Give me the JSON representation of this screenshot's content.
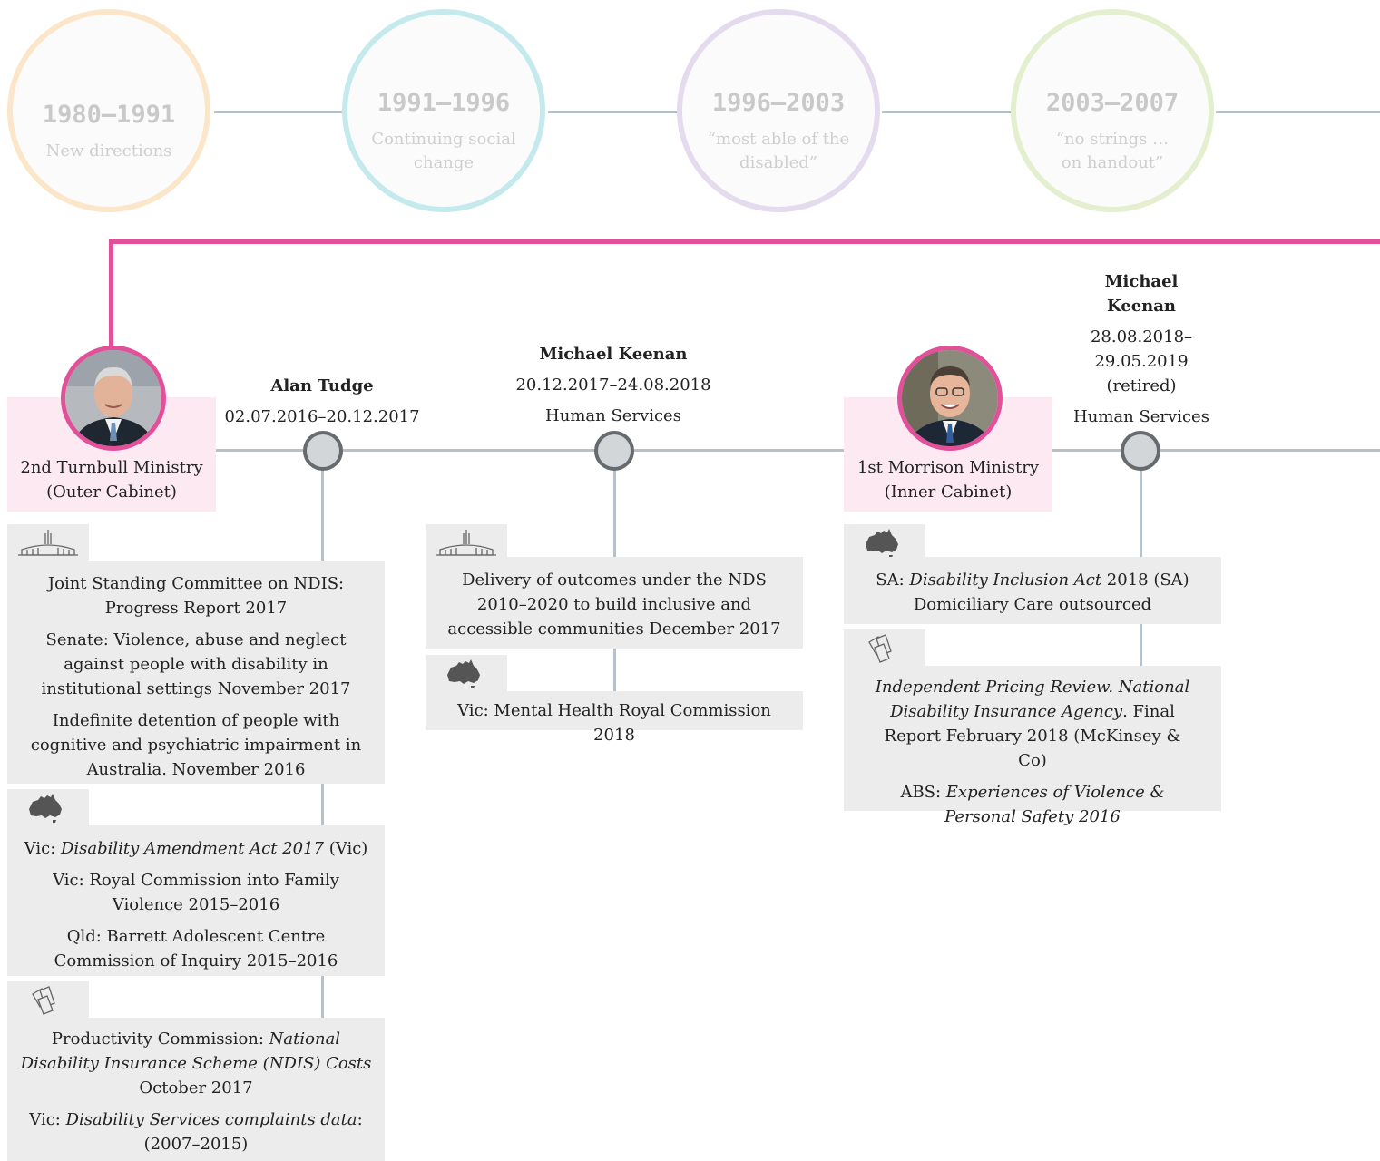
{
  "eras": [
    {
      "years": "1980–1991",
      "label": "New directions",
      "color": "#fbe6c9"
    },
    {
      "years": "1991–1996",
      "label": "Continuing social change",
      "color": "#c5eaee"
    },
    {
      "years": "1996–2003",
      "label": "“most able of the disabled”",
      "color": "#e4dbee"
    },
    {
      "years": "2003–2007",
      "label": "“no strings … on handout”",
      "color": "#e3efcf"
    }
  ],
  "ministries": [
    {
      "line1": "2nd Turnbull Ministry",
      "line2": "(Outer Cabinet)",
      "portrait": "Malcolm Turnbull portrait"
    },
    {
      "line1": "1st Morrison Ministry",
      "line2": "(Inner Cabinet)",
      "portrait": "Scott Morrison portrait"
    }
  ],
  "ministers": [
    {
      "name": "Alan Tudge",
      "term": "02.07.2016–20.12.2017"
    },
    {
      "name": "Michael Keenan",
      "term": "20.12.2017–24.08.2018",
      "department": "Human Services"
    },
    {
      "name_line1": "Michael",
      "name_line2": "Keenan",
      "term_line1": "28.08.2018–",
      "term_line2": "29.05.2019",
      "note": "(retired)",
      "department": "Human Services"
    }
  ],
  "icons": {
    "parliament": "parliament-house-icon",
    "australia": "australia-map-icon",
    "reports": "documents-icon"
  },
  "col1": {
    "federal": {
      "item1": "Joint Standing Committee on NDIS: Progress Report 2017",
      "item2": "Senate: Violence, abuse and neglect against people with disability in institutional settings November 2017",
      "item3": "Indefinite detention of people with cognitive and psychiatric impairment in Australia. November 2016"
    },
    "state": {
      "item1_pre": "Vic: ",
      "item1_it": "Disability Amendment Act 2017",
      "item1_post": " (Vic)",
      "item2": "Vic: Royal Commission into Family Violence 2015–2016",
      "item3": "Qld: Barrett Adolescent Centre Commission of Inquiry 2015–2016"
    },
    "reports": {
      "item1_pre": "Productivity Commission: ",
      "item1_it": "National Disability Insurance Scheme (NDIS) Costs",
      "item1_post": " October 2017",
      "item2_pre": "Vic: ",
      "item2_it": "Disability Services complaints data",
      "item2_post": ": (2007–2015)"
    }
  },
  "col2": {
    "federal": {
      "item1": "Delivery of outcomes under the NDS 2010–2020 to build inclusive and accessible communities December 2017"
    },
    "state": {
      "item1": "Vic: Mental Health Royal Commission 2018"
    }
  },
  "col3": {
    "state": {
      "item1_pre": "SA: ",
      "item1_it": "Disability Inclusion Act",
      "item1_post": " 2018 (SA)",
      "item2": "Domiciliary Care outsourced"
    },
    "reports": {
      "item1_it": "Independent Pricing Review. National Disability Insurance Agency",
      "item1_post": ". Final Report February 2018 (McKinsey & Co)",
      "item2_pre": "ABS: ",
      "item2_it": "Experiences of Violence & Personal Safety 2016"
    }
  }
}
